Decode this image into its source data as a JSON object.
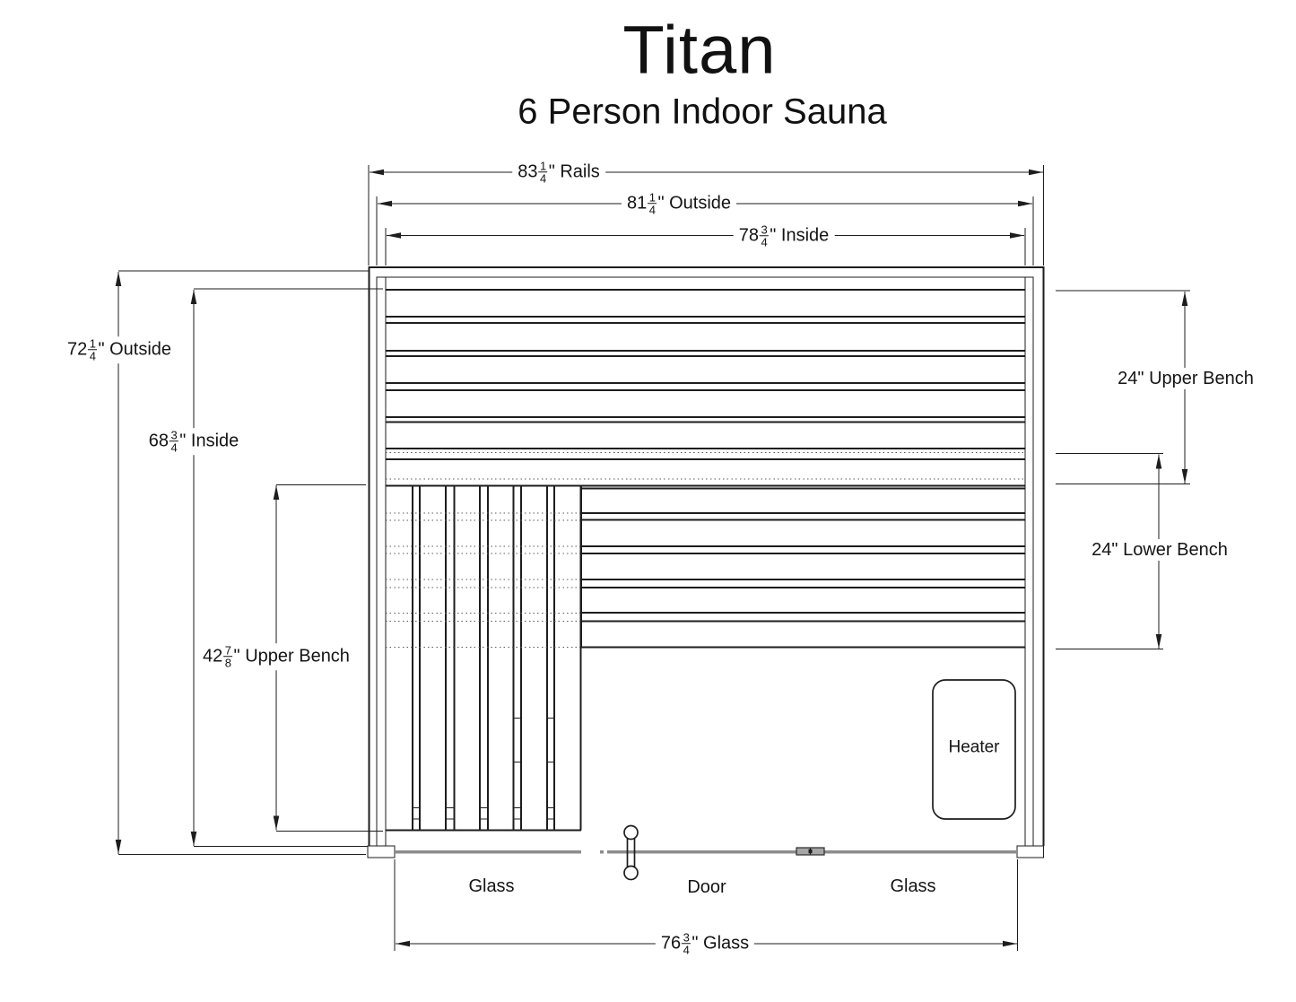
{
  "title": "Titan",
  "subtitle": "6 Person Indoor Sauna",
  "dims": {
    "rails": {
      "whole": "83",
      "num": "1",
      "den": "4",
      "suffix": "\" Rails"
    },
    "outside_width": {
      "whole": "81",
      "num": "1",
      "den": "4",
      "suffix": "\" Outside"
    },
    "inside_width": {
      "whole": "78",
      "num": "3",
      "den": "4",
      "suffix": "\" Inside"
    },
    "outside_depth": {
      "whole": "72",
      "num": "1",
      "den": "4",
      "suffix": "\" Outside"
    },
    "inside_depth": {
      "whole": "68",
      "num": "3",
      "den": "4",
      "suffix": "\" Inside"
    },
    "left_upper_bench": {
      "whole": "42",
      "num": "7",
      "den": "8",
      "suffix": "\" Upper Bench"
    },
    "upper_bench": "24\" Upper Bench",
    "lower_bench": "24\" Lower Bench",
    "glass_width": {
      "whole": "76",
      "num": "3",
      "den": "4",
      "suffix": "\" Glass"
    }
  },
  "labels": {
    "glass_left": "Glass",
    "door": "Door",
    "glass_right": "Glass",
    "heater": "Heater"
  },
  "colors": {
    "line": "#1d1d1d",
    "glass_wall": "#8c8c8c",
    "hidden_line": "#5a5a5a"
  }
}
